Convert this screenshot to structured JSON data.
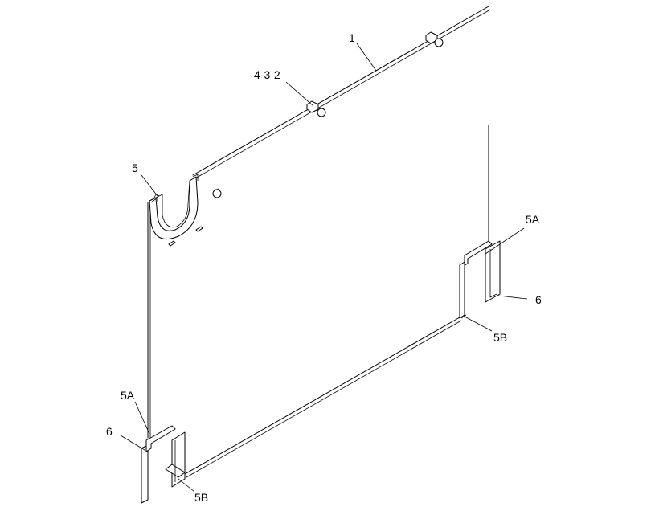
{
  "callouts": {
    "c1": "1",
    "c4_3_2": "4-3-2",
    "c5": "5",
    "c5a_right": "5A",
    "c6_right": "6",
    "c5b_right": "5B",
    "c5a_left": "5A",
    "c6_left": "6",
    "c5b_left": "5B"
  }
}
